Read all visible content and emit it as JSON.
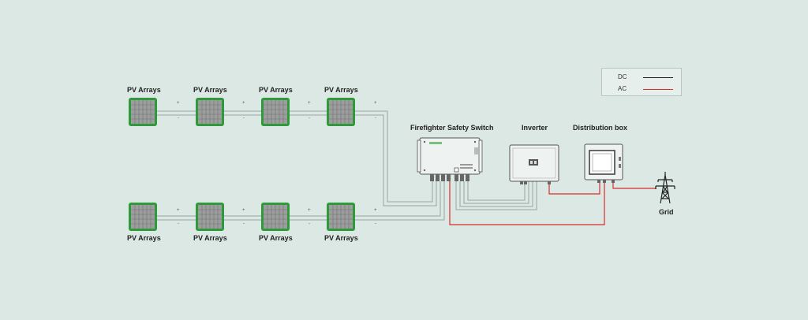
{
  "labels": {
    "pv_arrays": "PV Arrays",
    "safety_switch": "Firefighter Safety Switch",
    "inverter": "Inverter",
    "distribution_box": "Distribution box",
    "grid": "Grid",
    "plus": "+",
    "minus": "-"
  },
  "legend": {
    "dc_label": "DC",
    "ac_label": "AC",
    "dc_color": "#222222",
    "ac_color": "#d62d2d"
  },
  "colors": {
    "panel_frame": "#2f9a3a",
    "dc_cable": "#9aa3a1",
    "ac_cable": "#d62d2d",
    "device_outline": "#4a4a4a"
  }
}
